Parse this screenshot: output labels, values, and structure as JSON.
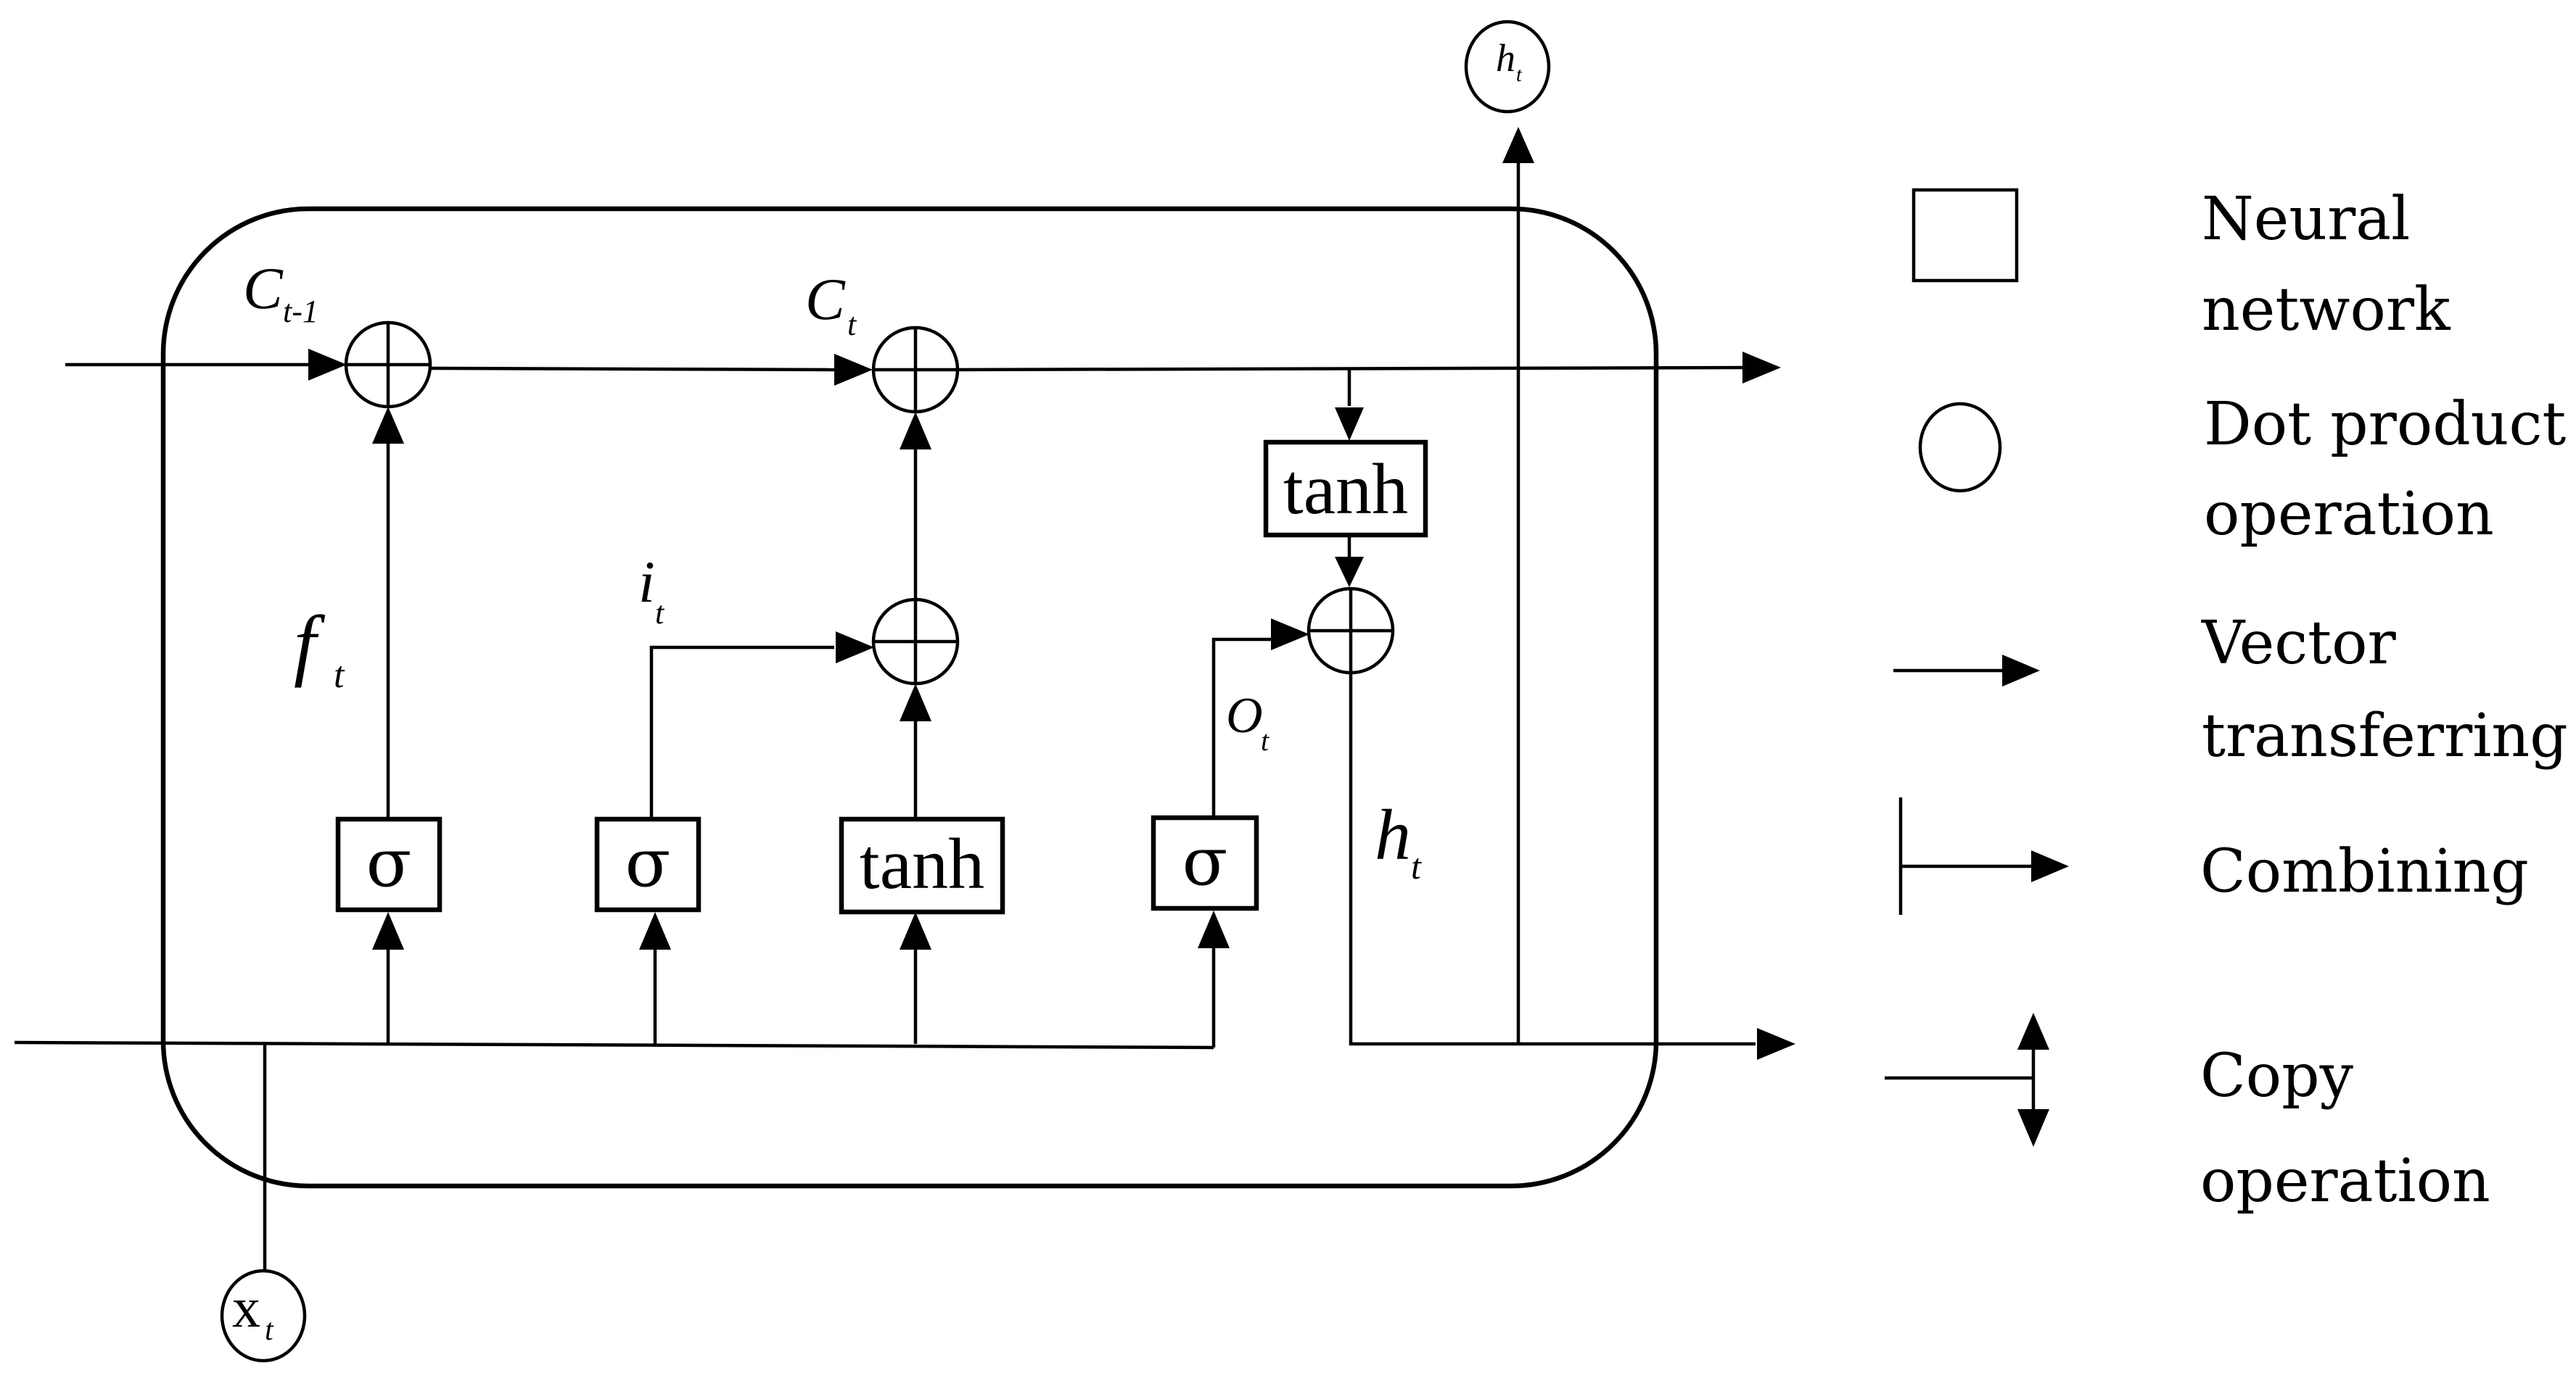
{
  "diagram": {
    "labels": {
      "c_prev": "C",
      "c_prev_sub": "t-1",
      "c_t": "C",
      "c_t_sub": "t",
      "f_t": "f",
      "f_t_sub": "t",
      "i_t": "i",
      "i_t_sub": "t",
      "o_t": "O",
      "o_t_sub": "t",
      "h_t_inner": "h",
      "h_t_inner_sub": "t",
      "h_t_top": "h",
      "h_t_top_sub": "t",
      "x_t": "x",
      "x_t_sub": "t"
    },
    "gates": {
      "forget_sigma": "σ",
      "input_sigma": "σ",
      "candidate_tanh": "tanh",
      "output_sigma": "σ",
      "cell_tanh": "tanh"
    }
  },
  "legend": {
    "neural_network_line1": "Neural",
    "neural_network_line2": "network",
    "dot_product_line1": "Dot product",
    "dot_product_line2": "operation",
    "vector_line1": "Vector",
    "vector_line2": "transferring",
    "combining": "Combining",
    "copy_line1": "Copy",
    "copy_line2": "operation"
  }
}
